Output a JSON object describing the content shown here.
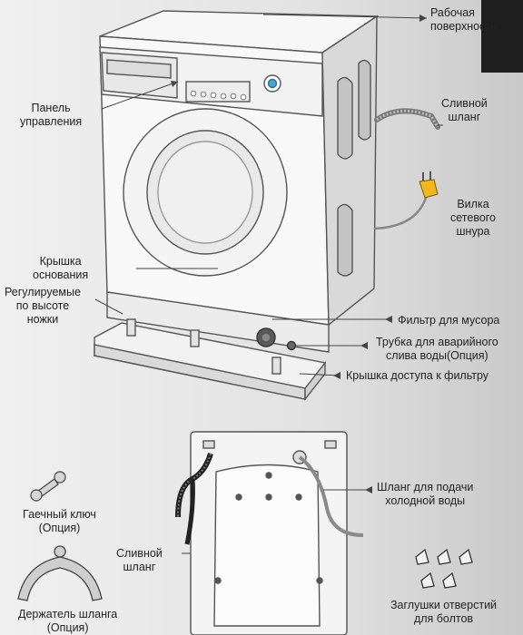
{
  "labels": {
    "work_surface": [
      "Рабочая",
      "поверхность"
    ],
    "control_panel": [
      "Панель",
      "управления"
    ],
    "drain_hose": [
      "Сливной",
      "шланг"
    ],
    "power_plug": [
      "Вилка",
      "сетевого",
      "шнура"
    ],
    "base_cover": [
      "Крышка",
      "основания"
    ],
    "adjustable_feet": [
      "Регулируемые",
      "по высоте",
      "ножки"
    ],
    "debris_filter": [
      "Фильтр для мусора"
    ],
    "emergency_drain": [
      "Трубка для аварийного",
      "слива воды(Опция)"
    ],
    "filter_access_cover": [
      "Крышка доступа к фильтру"
    ],
    "cold_water_hose": [
      "Шланг для подачи",
      "холодной воды"
    ],
    "wrench": [
      "Гаечный ключ",
      "(Опция)"
    ],
    "rear_drain_hose": [
      "Сливной",
      "шланг"
    ],
    "hose_holder": [
      "Держатель шланга",
      "(Опция)"
    ],
    "bolt_caps": [
      "Заглушки отверстий",
      "для болтов"
    ]
  }
}
